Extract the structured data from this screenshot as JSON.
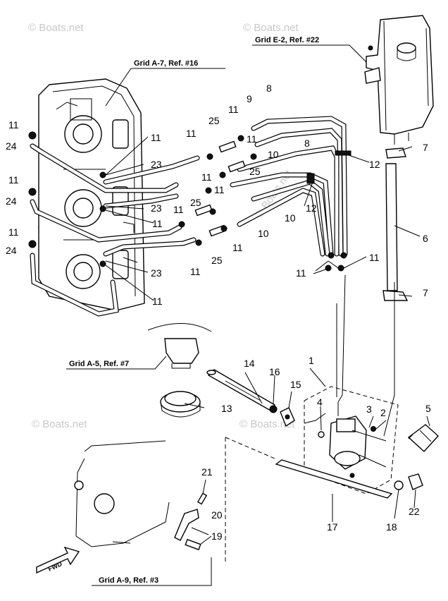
{
  "watermark": "© Boats.net",
  "grid_refs": {
    "e2": "Grid E-2, Ref. #22",
    "a7": "Grid A-7, Ref. #16",
    "a5": "Grid A-5, Ref. #7",
    "a9": "Grid A-9, Ref. #3"
  },
  "fwd_label": "FWD",
  "callouts": {
    "c1": "1",
    "c2": "2",
    "c3": "3",
    "c4": "4",
    "c5": "5",
    "c6": "6",
    "c7a": "7",
    "c7b": "7",
    "c8a": "8",
    "c8b": "8",
    "c9": "9",
    "c10a": "10",
    "c10b": "10",
    "c10c": "10",
    "c11_1": "11",
    "c11_2": "11",
    "c11_3": "11",
    "c11_4": "11",
    "c11_5": "11",
    "c11_6": "11",
    "c11_7": "11",
    "c11_8": "11",
    "c11_9": "11",
    "c11_10": "11",
    "c11_11": "11",
    "c11_12": "11",
    "c11_13": "11",
    "c11_14": "11",
    "c11_15": "11",
    "c11_16": "11",
    "c12a": "12",
    "c12b": "12",
    "c13": "13",
    "c14": "14",
    "c15": "15",
    "c16": "16",
    "c17": "17",
    "c18": "18",
    "c19": "19",
    "c20": "20",
    "c21": "21",
    "c22": "22",
    "c23a": "23",
    "c23b": "23",
    "c23c": "23",
    "c24a": "24",
    "c24b": "24",
    "c24c": "24",
    "c25a": "25",
    "c25b": "25",
    "c25c": "25",
    "c25d": "25"
  }
}
